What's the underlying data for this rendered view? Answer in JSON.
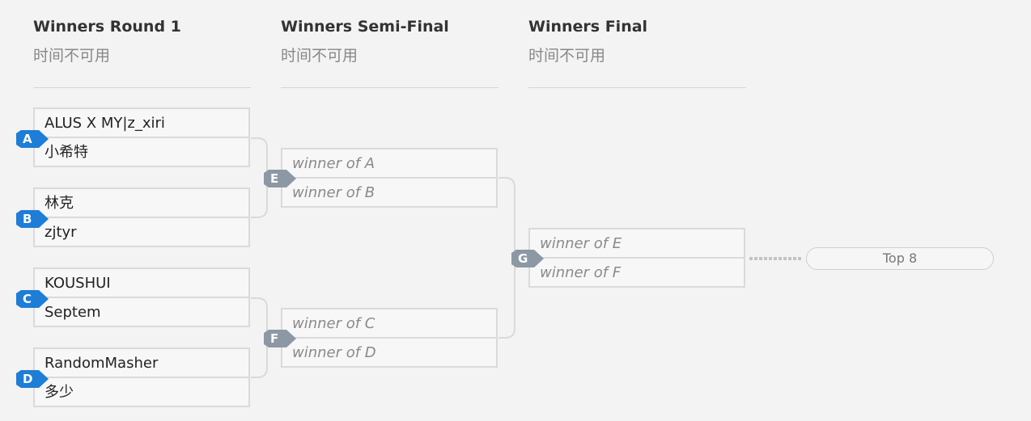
{
  "rounds": [
    {
      "title": "Winners Round 1",
      "time": "时间不可用"
    },
    {
      "title": "Winners Semi-Final",
      "time": "时间不可用"
    },
    {
      "title": "Winners Final",
      "time": "时间不可用"
    }
  ],
  "matches": {
    "A": {
      "label": "A",
      "p1": "ALUS X MY|z_xiri",
      "p2": "小希特"
    },
    "B": {
      "label": "B",
      "p1": "林克",
      "p2": "zjtyr"
    },
    "C": {
      "label": "C",
      "p1": "KOUSHUI",
      "p2": "Septem"
    },
    "D": {
      "label": "D",
      "p1": "RandomMasher",
      "p2": "多少"
    },
    "E": {
      "label": "E",
      "p1": "winner of A",
      "p2": "winner of B"
    },
    "F": {
      "label": "F",
      "p1": "winner of C",
      "p2": "winner of D"
    },
    "G": {
      "label": "G",
      "p1": "winner of E",
      "p2": "winner of F"
    }
  },
  "result": {
    "label": "Top 8"
  },
  "colors": {
    "tag_blue": "#1e7dd6",
    "tag_gray": "#8c98a4",
    "border": "#dadada",
    "background": "#f3f3f3"
  }
}
